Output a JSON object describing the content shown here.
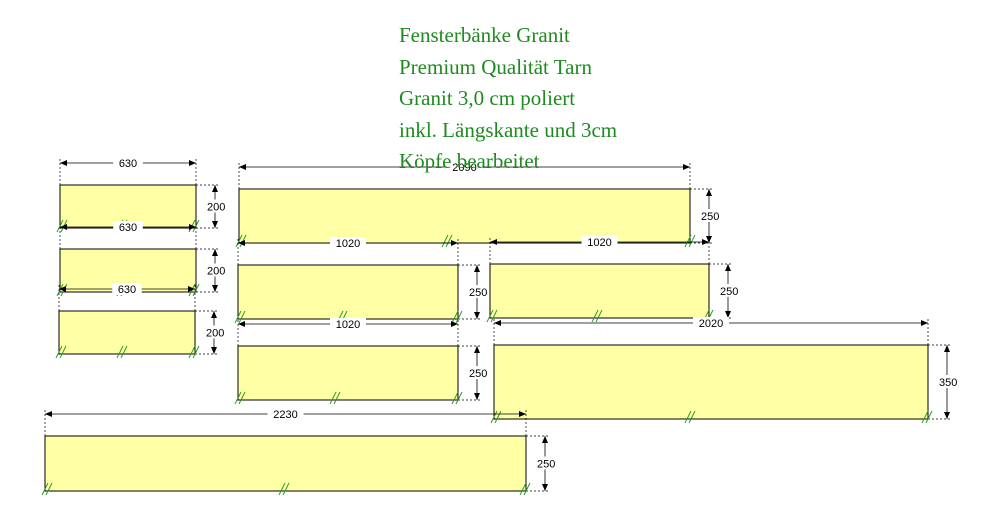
{
  "title": {
    "lines": [
      "Fensterbänke Granit",
      "Premium Qualität Tarn",
      "Granit 3,0 cm poliert",
      "inkl. Längskante und 3cm",
      "Köpfe bearbeitet"
    ]
  },
  "colors": {
    "title": "#1f8a1f",
    "slab_fill": "#ffffa6",
    "break_mark": "#2e9a2e",
    "dimension": "#000000"
  },
  "pieces": [
    {
      "id": "piece-1",
      "length": "630",
      "depth": "200"
    },
    {
      "id": "piece-2",
      "length": "630",
      "depth": "200"
    },
    {
      "id": "piece-3",
      "length": "630",
      "depth": "200"
    },
    {
      "id": "piece-4",
      "length": "2090",
      "depth": "250"
    },
    {
      "id": "piece-5",
      "length": "1020",
      "depth": "250"
    },
    {
      "id": "piece-6",
      "length": "1020",
      "depth": "250"
    },
    {
      "id": "piece-7",
      "length": "1020",
      "depth": "250"
    },
    {
      "id": "piece-8",
      "length": "2020",
      "depth": "350"
    },
    {
      "id": "piece-9",
      "length": "2230",
      "depth": "250"
    }
  ]
}
